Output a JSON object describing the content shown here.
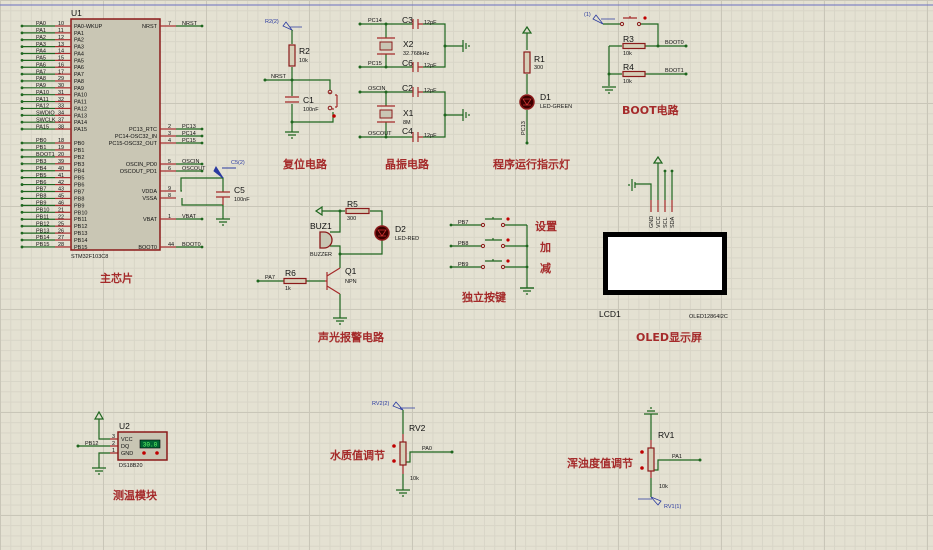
{
  "u1": {
    "ref": "U1",
    "part": "STM32F103C8",
    "left_pins": [
      {
        "net": "PA0",
        "num": "10",
        "name": "PA0-WKUP"
      },
      {
        "net": "PA1",
        "num": "11",
        "name": "PA1"
      },
      {
        "net": "PA2",
        "num": "12",
        "name": "PA2"
      },
      {
        "net": "PA3",
        "num": "13",
        "name": "PA3"
      },
      {
        "net": "PA4",
        "num": "14",
        "name": "PA4"
      },
      {
        "net": "PA5",
        "num": "15",
        "name": "PA5"
      },
      {
        "net": "PA6",
        "num": "16",
        "name": "PA6"
      },
      {
        "net": "PA7",
        "num": "17",
        "name": "PA7"
      },
      {
        "net": "PA8",
        "num": "29",
        "name": "PA8"
      },
      {
        "net": "PA9",
        "num": "30",
        "name": "PA9"
      },
      {
        "net": "PA10",
        "num": "31",
        "name": "PA10"
      },
      {
        "net": "PA11",
        "num": "32",
        "name": "PA11"
      },
      {
        "net": "PA12",
        "num": "33",
        "name": "PA12"
      },
      {
        "net": "SWDIO",
        "num": "34",
        "name": "PA13"
      },
      {
        "net": "SWCLK",
        "num": "37",
        "name": "PA14"
      },
      {
        "net": "PA15",
        "num": "38",
        "name": "PA15"
      },
      {
        "net": "PB0",
        "num": "18",
        "name": "PB0"
      },
      {
        "net": "PB1",
        "num": "19",
        "name": "PB1"
      },
      {
        "net": "BOOT1",
        "num": "20",
        "name": "PB2"
      },
      {
        "net": "PB3",
        "num": "39",
        "name": "PB3"
      },
      {
        "net": "PB4",
        "num": "40",
        "name": "PB4"
      },
      {
        "net": "PB5",
        "num": "41",
        "name": "PB5"
      },
      {
        "net": "PB6",
        "num": "42",
        "name": "PB6"
      },
      {
        "net": "PB7",
        "num": "43",
        "name": "PB7"
      },
      {
        "net": "PB8",
        "num": "45",
        "name": "PB8"
      },
      {
        "net": "PB9",
        "num": "46",
        "name": "PB9"
      },
      {
        "net": "PB10",
        "num": "21",
        "name": "PB10"
      },
      {
        "net": "PB11",
        "num": "22",
        "name": "PB11"
      },
      {
        "net": "PB12",
        "num": "25",
        "name": "PB12"
      },
      {
        "net": "PB13",
        "num": "26",
        "name": "PB13"
      },
      {
        "net": "PB14",
        "num": "27",
        "name": "PB14"
      },
      {
        "net": "PB15",
        "num": "28",
        "name": "PB15"
      }
    ],
    "right_pins": [
      {
        "name": "NRST",
        "num": "7",
        "net": "NRST"
      },
      {
        "name": "PC13_RTC",
        "num": "2",
        "net": "PC13"
      },
      {
        "name": "PC14-OSC32_IN",
        "num": "3",
        "net": "PC14"
      },
      {
        "name": "PC15-OSC32_OUT",
        "num": "4",
        "net": "PC15"
      },
      {
        "name": "OSCIN_PD0",
        "num": "5",
        "net": "OSCIN"
      },
      {
        "name": "OSCOUT_PD1",
        "num": "6",
        "net": "OSCOUT"
      },
      {
        "name": "VDDA",
        "num": "9",
        "net": ""
      },
      {
        "name": "VSSA",
        "num": "8",
        "net": ""
      },
      {
        "name": "VBAT",
        "num": "1",
        "net": "VBAT"
      },
      {
        "name": "BOOT0",
        "num": "44",
        "net": "BOOT0"
      }
    ]
  },
  "c5": {
    "ref": "C5",
    "value": "100nF",
    "terminal": "C5(2)"
  },
  "reset": {
    "terminal": "R2(2)",
    "r_ref": "R2",
    "r_val": "10k",
    "net": "NRST",
    "c_ref": "C1",
    "c_val": "100nF"
  },
  "crystal": {
    "net_pc14": "PC14",
    "net_pc15": "PC15",
    "net_oscin": "OSCIN",
    "net_oscout": "OSCOUT",
    "c3": "C3",
    "c6": "C6",
    "c2": "C2",
    "c4": "C4",
    "cap_val": "12pF",
    "x2": "X2",
    "x2_val": "32.768kHz",
    "x1": "X1",
    "x1_val": "8M"
  },
  "led": {
    "r_ref": "R1",
    "r_val": "300",
    "d_ref": "D1",
    "d_val": "LED-GREEN",
    "net": "PC13"
  },
  "boot": {
    "terminal": "(1)",
    "r3": "R3",
    "r3_val": "10k",
    "r4": "R4",
    "r4_val": "10k",
    "net0": "BOOT0",
    "net1": "BOOT1"
  },
  "oled": {
    "pins": [
      "GND",
      "VCC",
      "SCL",
      "SDA"
    ],
    "ref": "LCD1",
    "part": "OLED12864I2C"
  },
  "alarm": {
    "r5": "R5",
    "r5_val": "300",
    "d2": "D2",
    "d2_val": "LED-RED",
    "buz": "BUZ1",
    "buz_val": "BUZZER",
    "q1": "Q1",
    "q1_val": "NPN",
    "r6": "R6",
    "r6_val": "1k",
    "net": "PA7"
  },
  "keys": {
    "nets": [
      "PB7",
      "PB8",
      "PB9"
    ],
    "labels": [
      "设置",
      "加",
      "减"
    ]
  },
  "ds18b20": {
    "ref": "U2",
    "part": "DS18B20",
    "pins": [
      {
        "num": "3",
        "name": "VCC"
      },
      {
        "num": "2",
        "name": "DQ"
      },
      {
        "num": "1",
        "name": "GND"
      }
    ],
    "net": "PB12",
    "reading": "30.0"
  },
  "rv2": {
    "terminal": "RV2(2)",
    "ref": "RV2",
    "value": "10k",
    "net": "PA0"
  },
  "rv1": {
    "terminal": "RV1(1)",
    "ref": "RV1",
    "value": "10k",
    "net": "PA1"
  },
  "titles": {
    "main": "主芯片",
    "reset": "复位电路",
    "crystal": "晶振电路",
    "led": "程序运行指示灯",
    "boot": "BOOT电路",
    "oled": "OLED显示屏",
    "alarm": "声光报警电路",
    "keys": "独立按键",
    "temp": "测温模块",
    "water": "水质值调节",
    "turbidity": "浑浊度值调节"
  },
  "colors": {
    "wire": "#1e661e",
    "component": "#a52a2a",
    "title": "#a52a2a",
    "terminal": "#2a3aa0",
    "background": "#e4e1d2"
  }
}
